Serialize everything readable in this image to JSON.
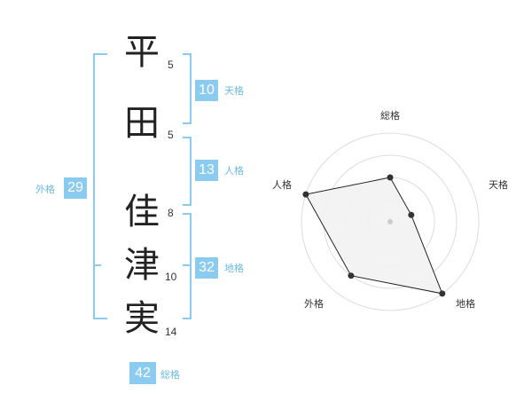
{
  "name": {
    "chars": [
      {
        "char": "平",
        "strokes": "5"
      },
      {
        "char": "田",
        "strokes": "5"
      },
      {
        "char": "佳",
        "strokes": "8"
      },
      {
        "char": "津",
        "strokes": "10"
      },
      {
        "char": "実",
        "strokes": "14"
      }
    ]
  },
  "fortune": {
    "tenkaku": {
      "value": "10",
      "label": "天格"
    },
    "jinkaku": {
      "value": "13",
      "label": "人格"
    },
    "chikaku": {
      "value": "32",
      "label": "地格"
    },
    "gaikaku": {
      "value": "29",
      "label": "外格"
    },
    "soukaku": {
      "value": "42",
      "label": "総格"
    }
  },
  "colors": {
    "accent": "#8ccbf0",
    "accent_text": "#6bbbe8",
    "radar_fill": "#f2f2f2"
  },
  "chart_data": {
    "type": "radar",
    "axes": [
      "総格",
      "天格",
      "地格",
      "外格",
      "人格"
    ],
    "values": [
      2,
      1,
      4,
      3,
      4
    ],
    "range": [
      0,
      4
    ]
  }
}
